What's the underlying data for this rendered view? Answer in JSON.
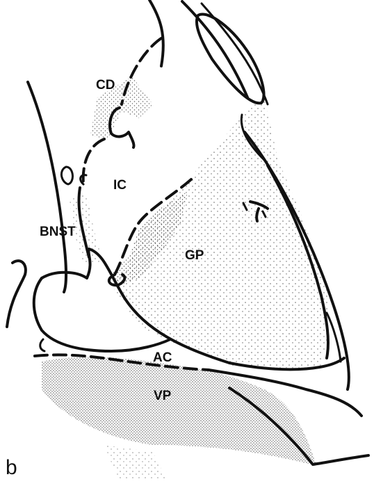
{
  "figure": {
    "panel_label": "b",
    "regions": {
      "cd": "CD",
      "ic": "IC",
      "bnst": "BNST",
      "gp": "GP",
      "ac": "AC",
      "vp": "VP"
    }
  }
}
